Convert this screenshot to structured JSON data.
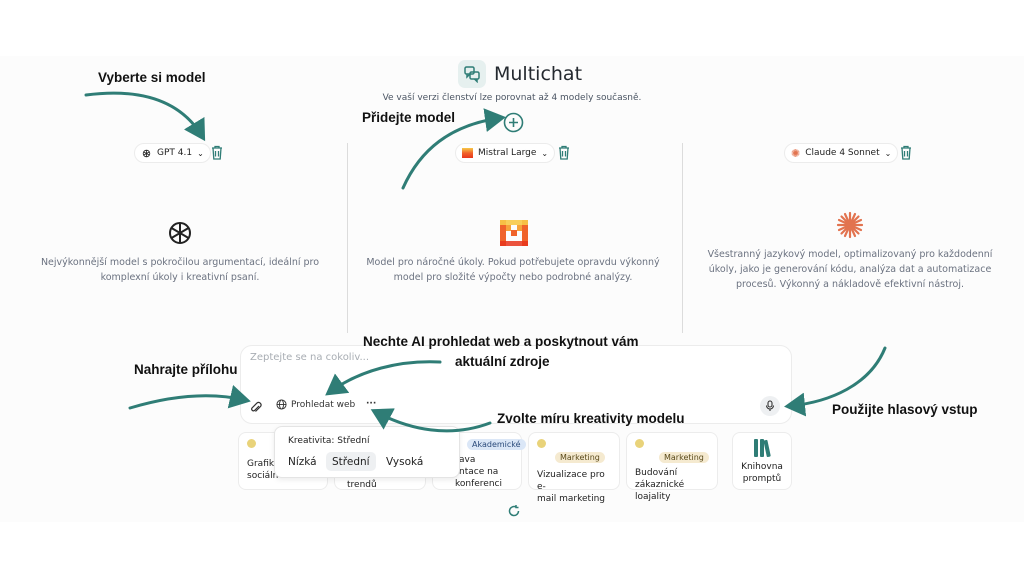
{
  "app": {
    "title": "Multichat",
    "subtitle": "Ve vaší verzi členství lze porovnat až 4 modely současně."
  },
  "colors": {
    "accent": "#2f7d76",
    "mistral_orange": "#f0632a",
    "claude_orange": "#e2734f",
    "tag_marketing": "#f5ead0",
    "tag_akademicke": "#dbe7f7"
  },
  "icons": {
    "add": "plus-circle-icon",
    "trash": "trash-icon",
    "chevron": "chevron-down-icon",
    "attach": "paperclip-icon",
    "web": "globe-icon",
    "more": "ellipsis-icon",
    "mic": "microphone-icon",
    "refresh": "refresh-icon",
    "library": "books-icon"
  },
  "models": [
    {
      "name": "GPT 4.1",
      "description": "Nejvýkonnější model s pokročilou argumentací, ideální pro komplexní úkoly i kreativní psaní."
    },
    {
      "name": "Mistral Large",
      "description": "Model pro náročné úkoly. Pokud potřebujete opravdu výkonný model pro složité výpočty nebo podrobné analýzy."
    },
    {
      "name": "Claude 4 Sonnet",
      "description": "Všestranný jazykový model, optimalizovaný pro každodenní úkoly, jako je generování kódu, analýza dat a automatizace procesů. Výkonný a nákladově efektivní nástroj."
    }
  ],
  "annotations": {
    "choose_model": "Vyberte si model",
    "add_model": "Přidejte model",
    "web_search_1": "Nechte AI prohledat web a poskytnout vám",
    "web_search_2": "aktuální zdroje",
    "attachment": "Nahrajte přílohu",
    "creativity": "Zvolte míru kreativity modelu",
    "voice": "Použijte hlasový vstup"
  },
  "input": {
    "placeholder": "Zeptejte se na cokoliv...",
    "web_button": "Prohledat web",
    "more": "···"
  },
  "creativity": {
    "label": "Kreativita: Střední",
    "options": [
      "Nízká",
      "Střední",
      "Vysoká"
    ],
    "selected": "Střední"
  },
  "cards": [
    {
      "l1": "Grafik",
      "l2": "sociáln"
    },
    {
      "l1": "trendů"
    },
    {
      "tag": "Akademické",
      "l1": "ava",
      "l2": "ntace na",
      "l3": "konferenci"
    },
    {
      "tag": "Marketing",
      "l1": "Vizualizace pro e-",
      "l2": "mail marketing"
    },
    {
      "tag": "Marketing",
      "l1": "Budování",
      "l2": "zákaznické",
      "l3": "loajality"
    },
    {
      "l1": "Knihovna",
      "l2": "promptů"
    }
  ]
}
